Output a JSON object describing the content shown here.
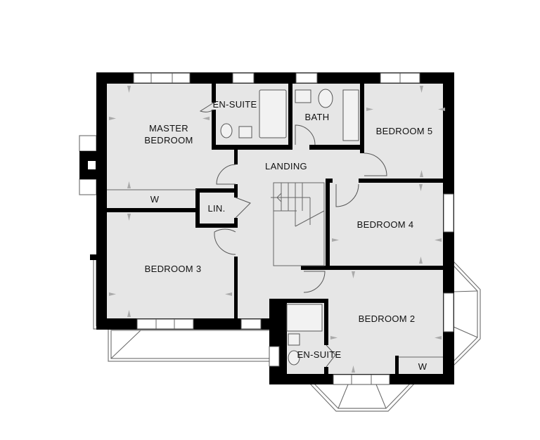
{
  "floorplan": {
    "rooms": [
      {
        "id": "master-bedroom",
        "label_lines": [
          "MASTER",
          "BEDROOM"
        ]
      },
      {
        "id": "en-suite-1",
        "label": "EN-SUITE"
      },
      {
        "id": "bath",
        "label": "BATH"
      },
      {
        "id": "bedroom-5",
        "label": "BEDROOM 5"
      },
      {
        "id": "landing",
        "label": "LANDING"
      },
      {
        "id": "wardrobe-1",
        "label": "W"
      },
      {
        "id": "linen",
        "label": "LIN."
      },
      {
        "id": "bedroom-4",
        "label": "BEDROOM 4"
      },
      {
        "id": "bedroom-3",
        "label": "BEDROOM 3"
      },
      {
        "id": "bedroom-2",
        "label": "BEDROOM 2"
      },
      {
        "id": "en-suite-2",
        "label": "EN-SUITE"
      },
      {
        "id": "wardrobe-2",
        "label": "W"
      }
    ],
    "colors": {
      "room_fill": "#e6e6e6",
      "wall": "#000000",
      "background": "#ffffff",
      "dimension_arrow": "#aaaaaa"
    }
  }
}
